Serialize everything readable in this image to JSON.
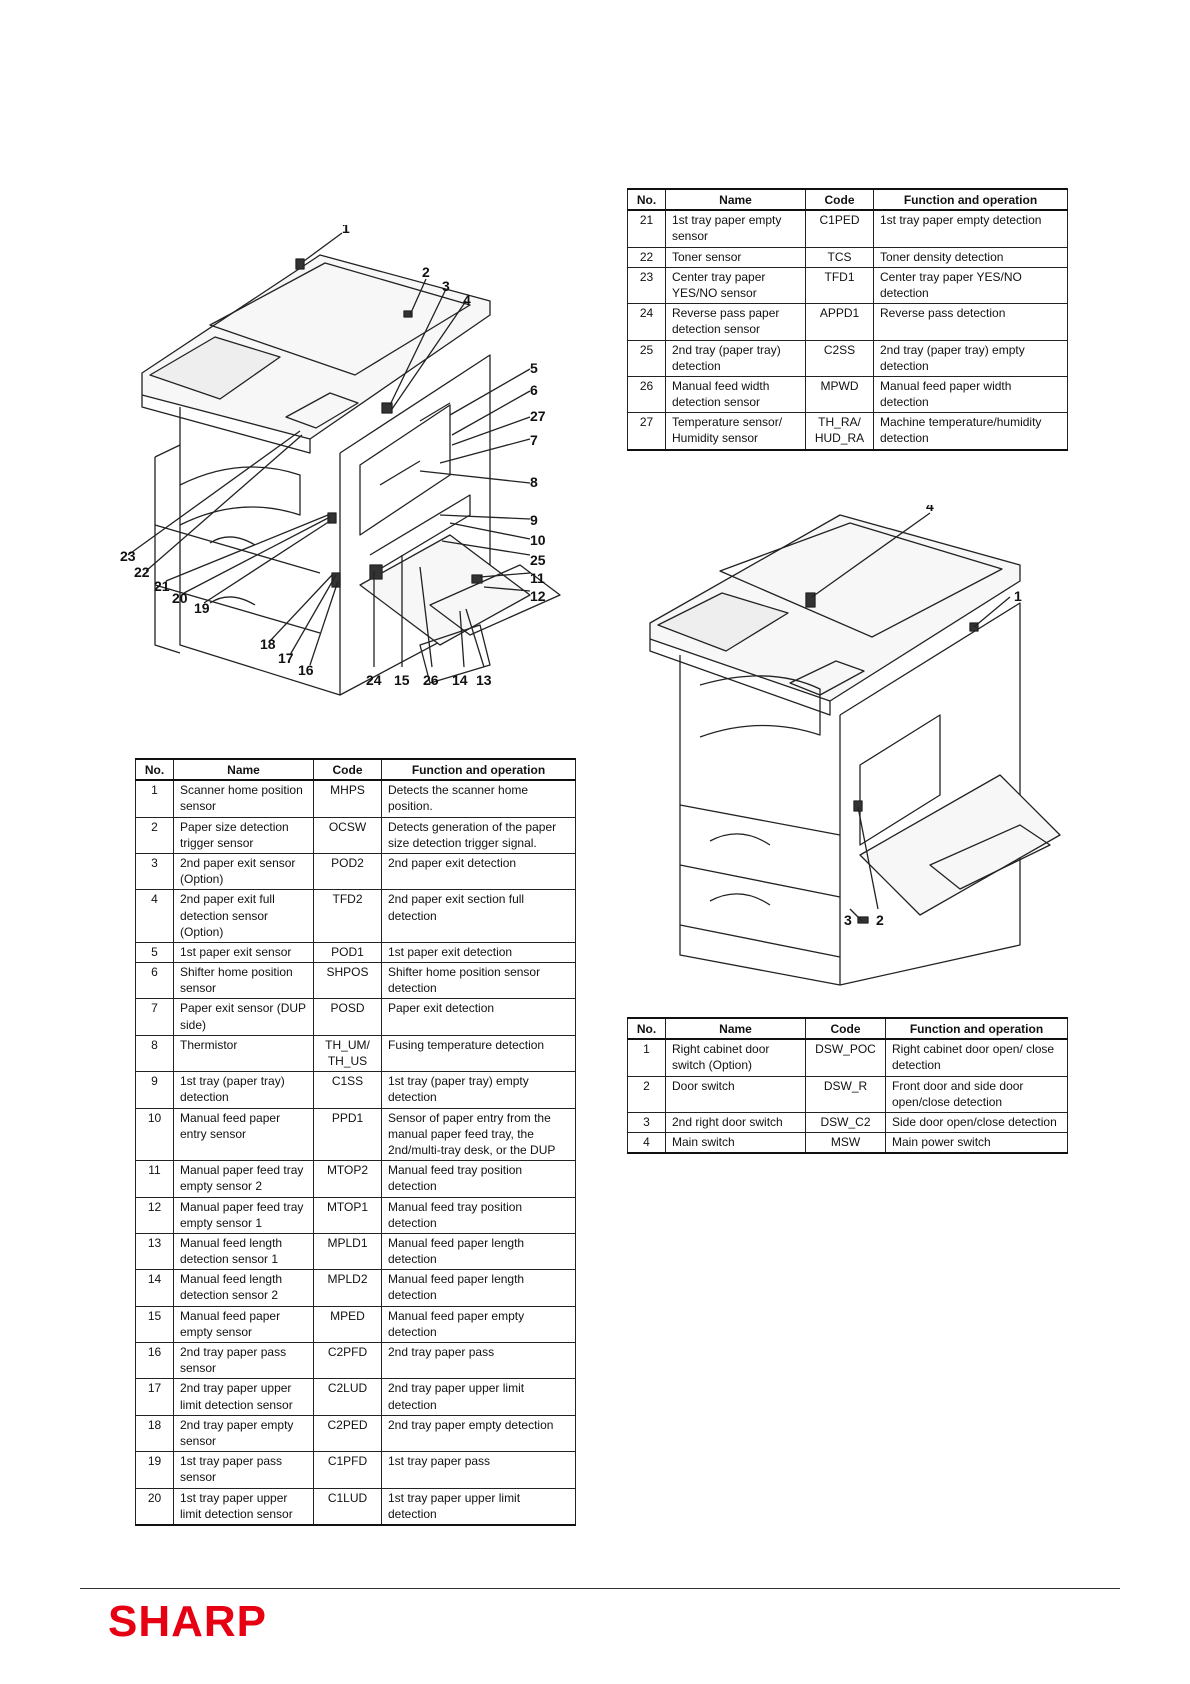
{
  "figure_left": {
    "callouts": [
      "1",
      "2",
      "3",
      "4",
      "5",
      "6",
      "27",
      "7",
      "8",
      "9",
      "10",
      "25",
      "11",
      "12",
      "13",
      "14",
      "26",
      "15",
      "24",
      "16",
      "17",
      "18",
      "19",
      "20",
      "21",
      "22",
      "23"
    ]
  },
  "figure_right": {
    "callouts": [
      "4",
      "1",
      "3",
      "2"
    ]
  },
  "table_left": {
    "headers": [
      "No.",
      "Name",
      "Code",
      "Function and operation"
    ],
    "rows": [
      [
        "1",
        "Scanner home position sensor",
        "MHPS",
        "Detects the scanner home position."
      ],
      [
        "2",
        "Paper size detection trigger sensor",
        "OCSW",
        "Detects generation of the paper size detection trigger signal."
      ],
      [
        "3",
        "2nd paper exit sensor (Option)",
        "POD2",
        "2nd paper exit detection"
      ],
      [
        "4",
        "2nd paper exit full detection sensor (Option)",
        "TFD2",
        "2nd paper exit section full detection"
      ],
      [
        "5",
        "1st paper exit sensor",
        "POD1",
        "1st paper exit detection"
      ],
      [
        "6",
        "Shifter home position sensor",
        "SHPOS",
        "Shifter home position sensor detection"
      ],
      [
        "7",
        "Paper exit sensor (DUP side)",
        "POSD",
        "Paper exit detection"
      ],
      [
        "8",
        "Thermistor",
        "TH_UM/ TH_US",
        "Fusing temperature detection"
      ],
      [
        "9",
        "1st tray (paper tray) detection",
        "C1SS",
        "1st tray (paper tray) empty detection"
      ],
      [
        "10",
        "Manual feed paper entry sensor",
        "PPD1",
        "Sensor of paper entry from the manual paper feed tray, the 2nd/multi-tray desk, or the DUP"
      ],
      [
        "11",
        "Manual paper feed tray empty sensor 2",
        "MTOP2",
        "Manual feed tray position detection"
      ],
      [
        "12",
        "Manual paper feed tray empty sensor 1",
        "MTOP1",
        "Manual feed tray position detection"
      ],
      [
        "13",
        "Manual feed length detection sensor 1",
        "MPLD1",
        "Manual feed paper length detection"
      ],
      [
        "14",
        "Manual feed length detection sensor 2",
        "MPLD2",
        "Manual feed paper length detection"
      ],
      [
        "15",
        "Manual feed paper empty sensor",
        "MPED",
        "Manual feed paper empty detection"
      ],
      [
        "16",
        "2nd tray paper pass sensor",
        "C2PFD",
        "2nd tray paper pass"
      ],
      [
        "17",
        "2nd tray paper upper limit detection sensor",
        "C2LUD",
        "2nd tray paper upper limit detection"
      ],
      [
        "18",
        "2nd tray paper empty sensor",
        "C2PED",
        "2nd tray paper empty detection"
      ],
      [
        "19",
        "1st tray paper pass sensor",
        "C1PFD",
        "1st tray paper pass"
      ],
      [
        "20",
        "1st tray paper upper limit detection sensor",
        "C1LUD",
        "1st tray paper upper limit detection"
      ]
    ]
  },
  "table_right_top": {
    "headers": [
      "No.",
      "Name",
      "Code",
      "Function and operation"
    ],
    "rows": [
      [
        "21",
        "1st tray paper empty sensor",
        "C1PED",
        "1st tray paper empty detection"
      ],
      [
        "22",
        "Toner sensor",
        "TCS",
        "Toner density detection"
      ],
      [
        "23",
        "Center tray paper YES/NO sensor",
        "TFD1",
        "Center tray paper YES/NO detection"
      ],
      [
        "24",
        "Reverse pass paper detection sensor",
        "APPD1",
        "Reverse pass detection"
      ],
      [
        "25",
        "2nd tray (paper tray) detection",
        "C2SS",
        "2nd tray (paper tray) empty detection"
      ],
      [
        "26",
        "Manual feed width detection sensor",
        "MPWD",
        "Manual feed paper width detection"
      ],
      [
        "27",
        "Temperature sensor/ Humidity sensor",
        "TH_RA/ HUD_RA",
        "Machine temperature/humidity detection"
      ]
    ]
  },
  "table_right_bottom": {
    "headers": [
      "No.",
      "Name",
      "Code",
      "Function and operation"
    ],
    "rows": [
      [
        "1",
        "Right cabinet door switch (Option)",
        "DSW_POC",
        "Right cabinet door open/ close detection"
      ],
      [
        "2",
        "Door switch",
        "DSW_R",
        "Front door and side door open/close detection"
      ],
      [
        "3",
        "2nd right door switch",
        "DSW_C2",
        "Side door open/close detection"
      ],
      [
        "4",
        "Main switch",
        "MSW",
        "Main power switch"
      ]
    ]
  },
  "footer": {
    "brand": "SHARP",
    "brand_color": "#e60012"
  }
}
